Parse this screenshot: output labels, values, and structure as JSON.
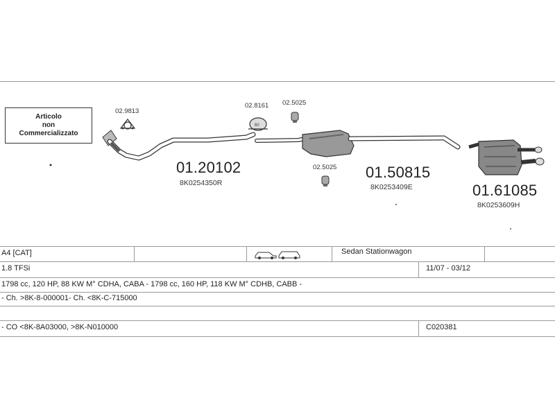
{
  "status_box": {
    "line1": "Articolo",
    "line2": "non",
    "line3": "Commercializzato"
  },
  "accessories": [
    {
      "id": "a1",
      "number": "02.9813"
    },
    {
      "id": "a2",
      "number": "02.8161"
    },
    {
      "id": "a3",
      "number": "02.5025"
    },
    {
      "id": "a4",
      "number": "02.5025"
    }
  ],
  "parts": [
    {
      "id": "front",
      "code": "01.20102",
      "oem": "8K0254350R"
    },
    {
      "id": "middle",
      "code": "01.50815",
      "oem": "8K0253409E"
    },
    {
      "id": "rear",
      "code": "01.61085",
      "oem": "8K0253609H"
    }
  ],
  "table": {
    "model": "A4  [CAT]",
    "body_type": "Sedan  Stationwagon",
    "engine": "1.8 TFSi",
    "period": "11/07 - 03/12",
    "engine_details": "1798 cc, 120 HP, 88 KW  M° CDHA, CABA - 1798 cc, 160 HP, 118 KW  M° CDHB, CABB -",
    "chassis": "- Ch. >8K-8-000001- Ch. <8K-C-715000",
    "co": "- CO <8K-8A03000, >8K-N010000",
    "catalog_code": "C020381"
  }
}
